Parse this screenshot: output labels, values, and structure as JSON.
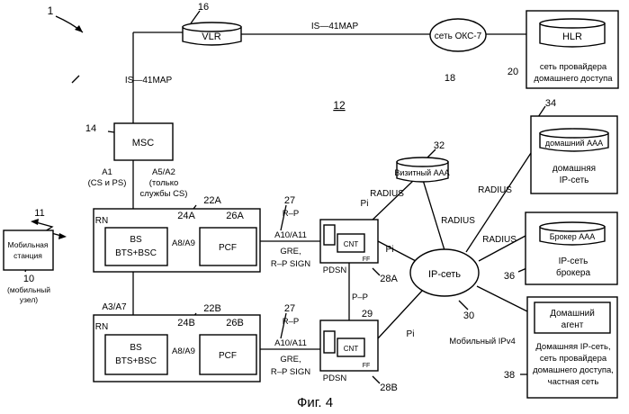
{
  "labels": {
    "ref_1": "1",
    "ref_16": "16",
    "vlr": "VLR",
    "is41_top": "IS—41MAP",
    "okc7": "сеть ОКС-7",
    "hlr": "HLR",
    "ref_18": "18",
    "ref_20": "20",
    "home_provider_1": "сеть провайдера",
    "home_provider_2": "домашнего доступа",
    "is41_vertical": "IS—41MAP",
    "ref_12": "12",
    "ref_14": "14",
    "msc": "MSC",
    "a1_1": "A1",
    "a1_2": "(CS и PS)",
    "a5_1": "A5/A2",
    "a5_2": "(только",
    "a5_3": "службы CS)",
    "ref_34": "34",
    "home_aaa": "домашний AAA",
    "home_ip_1": "домашняя",
    "home_ip_2": "IP-сеть",
    "ref_32": "32",
    "visited_aaa": "Визитный AAA",
    "ref_11": "11",
    "ref_22a": "22A",
    "rn_a": "RN",
    "ref_24a": "24A",
    "ref_26a": "26A",
    "bs_a": "BS",
    "btsbsc_a": "BTS+BSC",
    "a89_a": "A8/A9",
    "pcf_a": "PCF",
    "ref_27a": "27",
    "rp_a": "R–P",
    "a1011_a": "A10/A11",
    "gre_a": "GRE,",
    "rpsign_a": "R–P SIGN",
    "pi_top": "Pi",
    "radius_left": "RADIUS",
    "radius_mid": "RADIUS",
    "radius_right_top": "RADIUS",
    "radius_right_mid": "RADIUS",
    "broker_aaa": "Брокер AAA",
    "broker_ip_1": "IP-сеть",
    "broker_ip_2": "брокера",
    "ref_36": "36",
    "mobile_station_1": "Мобильная",
    "mobile_station_2": "станция",
    "ref_10": "10",
    "mobile_node_1": "(мобильный",
    "mobile_node_2": "узел)",
    "cnt_a": "CNT",
    "ff_a": "FF",
    "pdsn_a": "PDSN",
    "ref_28a": "28A",
    "pi_mid": "Pi",
    "ip_net": "IP-сеть",
    "a3a7": "A3/A7",
    "ref_22b": "22B",
    "rn_b": "RN",
    "ref_24b": "24B",
    "ref_26b": "26B",
    "bs_b": "BS",
    "btsbsc_b": "BTS+BSC",
    "a89_b": "A8/A9",
    "pcf_b": "PCF",
    "pp": "P–P",
    "ref_29": "29",
    "ref_27b": "27",
    "rp_b": "R–P",
    "a1011_b": "A10/A11",
    "gre_b": "GRE,",
    "rpsign_b": "R–P SIGN",
    "cnt_b": "CNT",
    "ff_b": "FF",
    "pdsn_b": "PDSN",
    "ref_28b": "28B",
    "pi_low": "Pi",
    "ref_30": "30",
    "mobile_ipv4": "Мобильный IPv4",
    "home_agent_1": "Домашний",
    "home_agent_2": "агент",
    "home_ip_priv_1": "Домашняя IP-сеть,",
    "home_ip_priv_2": "сеть провайдера",
    "home_ip_priv_3": "домашнего доступа,",
    "home_ip_priv_4": "частная сеть",
    "ref_38": "38",
    "caption": "Фиг. 4"
  }
}
